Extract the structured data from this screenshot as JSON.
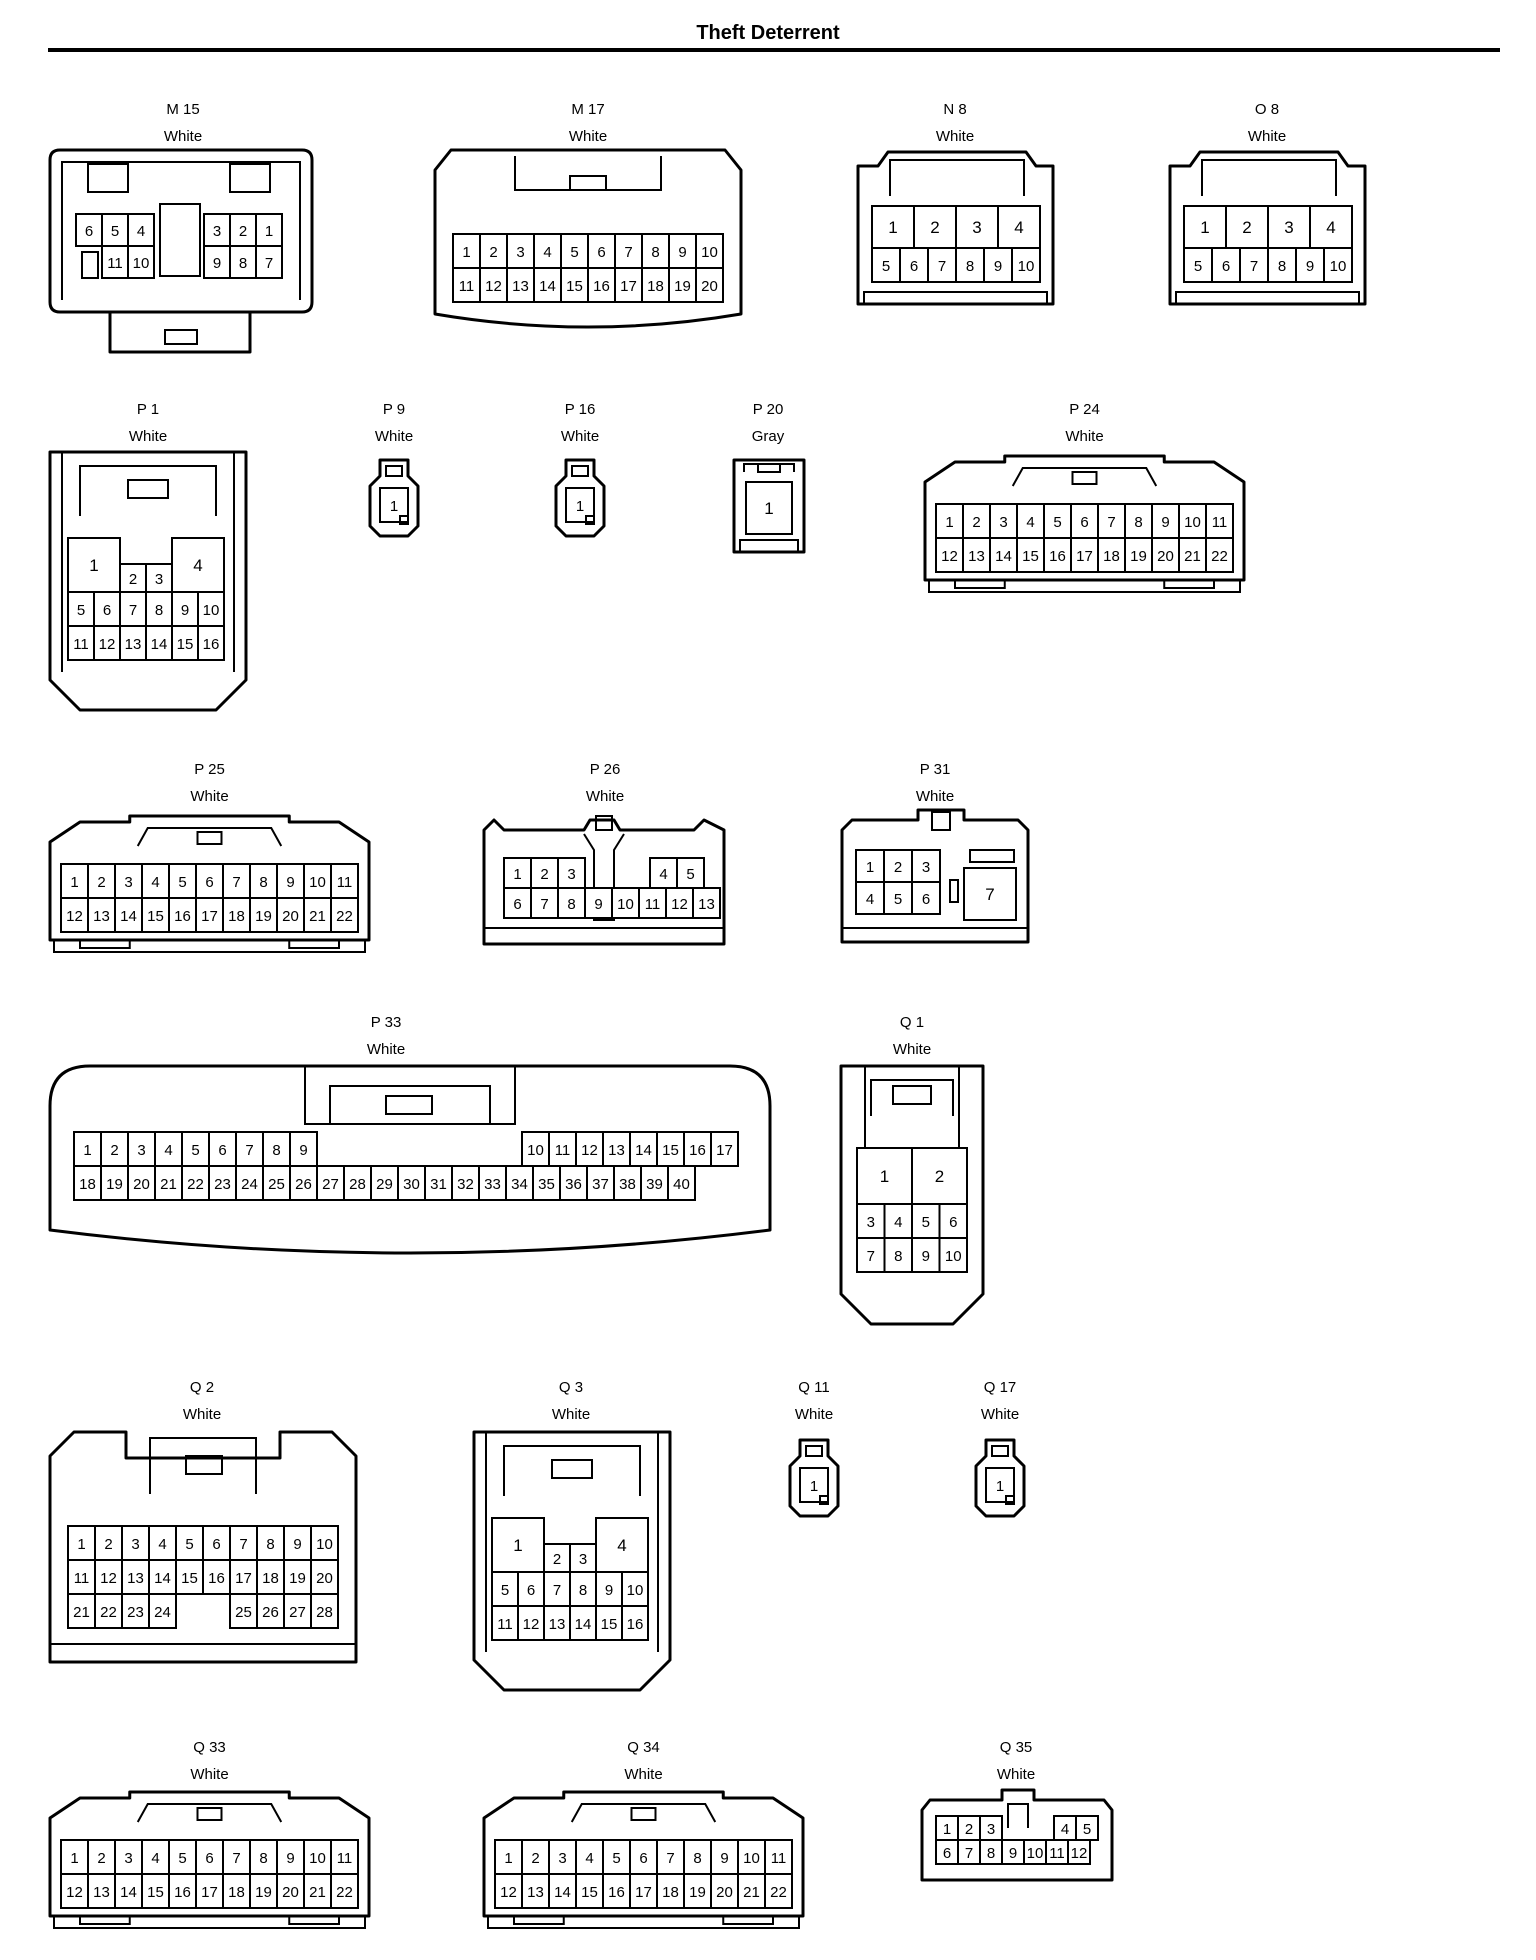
{
  "page": {
    "title": "Theft Deterrent"
  },
  "connectors": [
    {
      "id": "M 15",
      "color": "White",
      "pins": [
        {
          "n": "6"
        },
        {
          "n": "5"
        },
        {
          "n": "4"
        },
        {
          "n": "3"
        },
        {
          "n": "2"
        },
        {
          "n": "1"
        },
        {
          "n": "11"
        },
        {
          "n": "10"
        },
        {
          "n": "9"
        },
        {
          "n": "8"
        },
        {
          "n": "7"
        }
      ]
    },
    {
      "id": "M 17",
      "color": "White",
      "pins": [
        {
          "n": "1"
        },
        {
          "n": "2"
        },
        {
          "n": "3"
        },
        {
          "n": "4"
        },
        {
          "n": "5"
        },
        {
          "n": "6"
        },
        {
          "n": "7"
        },
        {
          "n": "8"
        },
        {
          "n": "9"
        },
        {
          "n": "10"
        },
        {
          "n": "11"
        },
        {
          "n": "12"
        },
        {
          "n": "13"
        },
        {
          "n": "14"
        },
        {
          "n": "15"
        },
        {
          "n": "16"
        },
        {
          "n": "17"
        },
        {
          "n": "18"
        },
        {
          "n": "19"
        },
        {
          "n": "20"
        }
      ]
    },
    {
      "id": "N 8",
      "color": "White",
      "pins": [
        {
          "n": "1"
        },
        {
          "n": "2"
        },
        {
          "n": "3"
        },
        {
          "n": "4"
        },
        {
          "n": "5"
        },
        {
          "n": "6"
        },
        {
          "n": "7"
        },
        {
          "n": "8"
        },
        {
          "n": "9"
        },
        {
          "n": "10"
        }
      ]
    },
    {
      "id": "O 8",
      "color": "White",
      "pins": [
        {
          "n": "1"
        },
        {
          "n": "2"
        },
        {
          "n": "3"
        },
        {
          "n": "4"
        },
        {
          "n": "5"
        },
        {
          "n": "6"
        },
        {
          "n": "7"
        },
        {
          "n": "8"
        },
        {
          "n": "9"
        },
        {
          "n": "10"
        }
      ]
    },
    {
      "id": "P 1",
      "color": "White",
      "pins": [
        {
          "n": "1"
        },
        {
          "n": "2"
        },
        {
          "n": "3"
        },
        {
          "n": "4"
        },
        {
          "n": "5"
        },
        {
          "n": "6"
        },
        {
          "n": "7"
        },
        {
          "n": "8"
        },
        {
          "n": "9"
        },
        {
          "n": "10"
        },
        {
          "n": "11"
        },
        {
          "n": "12"
        },
        {
          "n": "13"
        },
        {
          "n": "14"
        },
        {
          "n": "15"
        },
        {
          "n": "16"
        }
      ]
    },
    {
      "id": "P 9",
      "color": "White",
      "pins": [
        {
          "n": "1"
        }
      ]
    },
    {
      "id": "P 16",
      "color": "White",
      "pins": [
        {
          "n": "1"
        }
      ]
    },
    {
      "id": "P 20",
      "color": "Gray",
      "pins": [
        {
          "n": "1"
        }
      ]
    },
    {
      "id": "P 24",
      "color": "White",
      "pins": [
        {
          "n": "1"
        },
        {
          "n": "2"
        },
        {
          "n": "3"
        },
        {
          "n": "4"
        },
        {
          "n": "5"
        },
        {
          "n": "6"
        },
        {
          "n": "7"
        },
        {
          "n": "8"
        },
        {
          "n": "9"
        },
        {
          "n": "10"
        },
        {
          "n": "11"
        },
        {
          "n": "12"
        },
        {
          "n": "13"
        },
        {
          "n": "14"
        },
        {
          "n": "15"
        },
        {
          "n": "16"
        },
        {
          "n": "17"
        },
        {
          "n": "18"
        },
        {
          "n": "19"
        },
        {
          "n": "20"
        },
        {
          "n": "21"
        },
        {
          "n": "22"
        }
      ]
    },
    {
      "id": "P 25",
      "color": "White",
      "pins": [
        {
          "n": "1"
        },
        {
          "n": "2"
        },
        {
          "n": "3"
        },
        {
          "n": "4"
        },
        {
          "n": "5"
        },
        {
          "n": "6"
        },
        {
          "n": "7"
        },
        {
          "n": "8"
        },
        {
          "n": "9"
        },
        {
          "n": "10"
        },
        {
          "n": "11"
        },
        {
          "n": "12"
        },
        {
          "n": "13"
        },
        {
          "n": "14"
        },
        {
          "n": "15"
        },
        {
          "n": "16"
        },
        {
          "n": "17"
        },
        {
          "n": "18"
        },
        {
          "n": "19"
        },
        {
          "n": "20"
        },
        {
          "n": "21"
        },
        {
          "n": "22"
        }
      ]
    },
    {
      "id": "P 26",
      "color": "White",
      "pins": [
        {
          "n": "1"
        },
        {
          "n": "2"
        },
        {
          "n": "3"
        },
        {
          "n": "4"
        },
        {
          "n": "5"
        },
        {
          "n": "6"
        },
        {
          "n": "7"
        },
        {
          "n": "8"
        },
        {
          "n": "9"
        },
        {
          "n": "10"
        },
        {
          "n": "11"
        },
        {
          "n": "12"
        },
        {
          "n": "13"
        }
      ]
    },
    {
      "id": "P 31",
      "color": "White",
      "pins": [
        {
          "n": "1"
        },
        {
          "n": "2"
        },
        {
          "n": "3"
        },
        {
          "n": "4"
        },
        {
          "n": "5"
        },
        {
          "n": "6"
        },
        {
          "n": "7"
        }
      ]
    },
    {
      "id": "P 33",
      "color": "White",
      "pins": [
        {
          "n": "1"
        },
        {
          "n": "2"
        },
        {
          "n": "3"
        },
        {
          "n": "4"
        },
        {
          "n": "5"
        },
        {
          "n": "6"
        },
        {
          "n": "7"
        },
        {
          "n": "8"
        },
        {
          "n": "9"
        },
        {
          "n": "10"
        },
        {
          "n": "11"
        },
        {
          "n": "12"
        },
        {
          "n": "13"
        },
        {
          "n": "14"
        },
        {
          "n": "15"
        },
        {
          "n": "16"
        },
        {
          "n": "17"
        },
        {
          "n": "18"
        },
        {
          "n": "19"
        },
        {
          "n": "20"
        },
        {
          "n": "21"
        },
        {
          "n": "22"
        },
        {
          "n": "23"
        },
        {
          "n": "24"
        },
        {
          "n": "25"
        },
        {
          "n": "26"
        },
        {
          "n": "27"
        },
        {
          "n": "28"
        },
        {
          "n": "29"
        },
        {
          "n": "30"
        },
        {
          "n": "31"
        },
        {
          "n": "32"
        },
        {
          "n": "33"
        },
        {
          "n": "34"
        },
        {
          "n": "35"
        },
        {
          "n": "36"
        },
        {
          "n": "37"
        },
        {
          "n": "38"
        },
        {
          "n": "39"
        },
        {
          "n": "40"
        }
      ]
    },
    {
      "id": "Q 1",
      "color": "White",
      "pins": [
        {
          "n": "1"
        },
        {
          "n": "2"
        },
        {
          "n": "3"
        },
        {
          "n": "4"
        },
        {
          "n": "5"
        },
        {
          "n": "6"
        },
        {
          "n": "7"
        },
        {
          "n": "8"
        },
        {
          "n": "9"
        },
        {
          "n": "10"
        }
      ]
    },
    {
      "id": "Q 2",
      "color": "White",
      "pins": [
        {
          "n": "1"
        },
        {
          "n": "2"
        },
        {
          "n": "3"
        },
        {
          "n": "4"
        },
        {
          "n": "5"
        },
        {
          "n": "6"
        },
        {
          "n": "7"
        },
        {
          "n": "8"
        },
        {
          "n": "9"
        },
        {
          "n": "10"
        },
        {
          "n": "11"
        },
        {
          "n": "12"
        },
        {
          "n": "13"
        },
        {
          "n": "14"
        },
        {
          "n": "15"
        },
        {
          "n": "16"
        },
        {
          "n": "17"
        },
        {
          "n": "18"
        },
        {
          "n": "19"
        },
        {
          "n": "20"
        },
        {
          "n": "21"
        },
        {
          "n": "22"
        },
        {
          "n": "23"
        },
        {
          "n": "24"
        },
        {
          "n": "25"
        },
        {
          "n": "26"
        },
        {
          "n": "27"
        },
        {
          "n": "28"
        }
      ]
    },
    {
      "id": "Q 3",
      "color": "White",
      "pins": [
        {
          "n": "1"
        },
        {
          "n": "2"
        },
        {
          "n": "3"
        },
        {
          "n": "4"
        },
        {
          "n": "5"
        },
        {
          "n": "6"
        },
        {
          "n": "7"
        },
        {
          "n": "8"
        },
        {
          "n": "9"
        },
        {
          "n": "10"
        },
        {
          "n": "11"
        },
        {
          "n": "12"
        },
        {
          "n": "13"
        },
        {
          "n": "14"
        },
        {
          "n": "15"
        },
        {
          "n": "16"
        }
      ]
    },
    {
      "id": "Q 11",
      "color": "White",
      "pins": [
        {
          "n": "1"
        }
      ]
    },
    {
      "id": "Q 17",
      "color": "White",
      "pins": [
        {
          "n": "1"
        }
      ]
    },
    {
      "id": "Q 33",
      "color": "White",
      "pins": [
        {
          "n": "1"
        },
        {
          "n": "2"
        },
        {
          "n": "3"
        },
        {
          "n": "4"
        },
        {
          "n": "5"
        },
        {
          "n": "6"
        },
        {
          "n": "7"
        },
        {
          "n": "8"
        },
        {
          "n": "9"
        },
        {
          "n": "10"
        },
        {
          "n": "11"
        },
        {
          "n": "12"
        },
        {
          "n": "13"
        },
        {
          "n": "14"
        },
        {
          "n": "15"
        },
        {
          "n": "16"
        },
        {
          "n": "17"
        },
        {
          "n": "18"
        },
        {
          "n": "19"
        },
        {
          "n": "20"
        },
        {
          "n": "21"
        },
        {
          "n": "22"
        }
      ]
    },
    {
      "id": "Q 34",
      "color": "White",
      "pins": [
        {
          "n": "1"
        },
        {
          "n": "2"
        },
        {
          "n": "3"
        },
        {
          "n": "4"
        },
        {
          "n": "5"
        },
        {
          "n": "6"
        },
        {
          "n": "7"
        },
        {
          "n": "8"
        },
        {
          "n": "9"
        },
        {
          "n": "10"
        },
        {
          "n": "11"
        },
        {
          "n": "12"
        },
        {
          "n": "13"
        },
        {
          "n": "14"
        },
        {
          "n": "15"
        },
        {
          "n": "16"
        },
        {
          "n": "17"
        },
        {
          "n": "18"
        },
        {
          "n": "19"
        },
        {
          "n": "20"
        },
        {
          "n": "21"
        },
        {
          "n": "22"
        }
      ]
    },
    {
      "id": "Q 35",
      "color": "White",
      "pins": [
        {
          "n": "1"
        },
        {
          "n": "2"
        },
        {
          "n": "3"
        },
        {
          "n": "4"
        },
        {
          "n": "5"
        },
        {
          "n": "6"
        },
        {
          "n": "7"
        },
        {
          "n": "8"
        },
        {
          "n": "9"
        },
        {
          "n": "10"
        },
        {
          "n": "11"
        },
        {
          "n": "12"
        }
      ]
    }
  ]
}
